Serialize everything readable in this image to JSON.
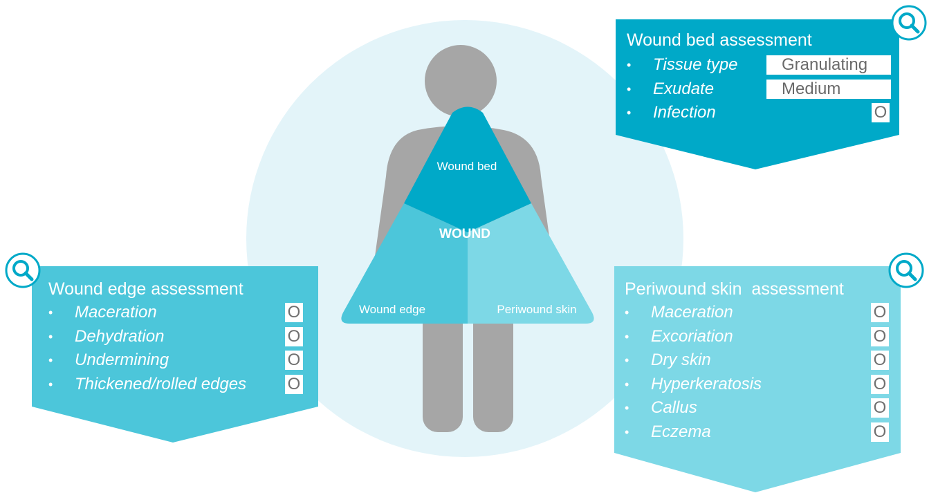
{
  "colors": {
    "teal_dark": "#00a9c8",
    "teal_mid": "#4cc6da",
    "teal_light": "#7dd8e6",
    "body_gray": "#a6a6a6",
    "bg_circle": "#e3f4f9"
  },
  "icons": [
    "magnifier-icon",
    "person-silhouette"
  ],
  "figure": {
    "wound_bed": "Wound bed",
    "wound": "WOUND",
    "wound_edge": "Wound edge",
    "periwound_skin": "Periwound skin"
  },
  "wound_bed_panel": {
    "title": "Wound bed assessment",
    "items": [
      {
        "label": "Tissue type",
        "value": "Granulating"
      },
      {
        "label": "Exudate",
        "value": "Medium"
      },
      {
        "label": "Infection",
        "value": "O"
      }
    ]
  },
  "wound_edge_panel": {
    "title": "Wound edge assessment",
    "items": [
      {
        "label": "Maceration",
        "value": "O"
      },
      {
        "label": "Dehydration",
        "value": "O"
      },
      {
        "label": "Undermining",
        "value": "O"
      },
      {
        "label": "Thickened/rolled edges",
        "value": "O"
      }
    ]
  },
  "periwound_panel": {
    "title": "Periwound skin  assessment",
    "items": [
      {
        "label": "Maceration",
        "value": "O"
      },
      {
        "label": "Excoriation",
        "value": "O"
      },
      {
        "label": "Dry skin",
        "value": "O"
      },
      {
        "label": "Hyperkeratosis",
        "value": "O"
      },
      {
        "label": "Callus",
        "value": "O"
      },
      {
        "label": "Eczema",
        "value": "O"
      }
    ]
  }
}
